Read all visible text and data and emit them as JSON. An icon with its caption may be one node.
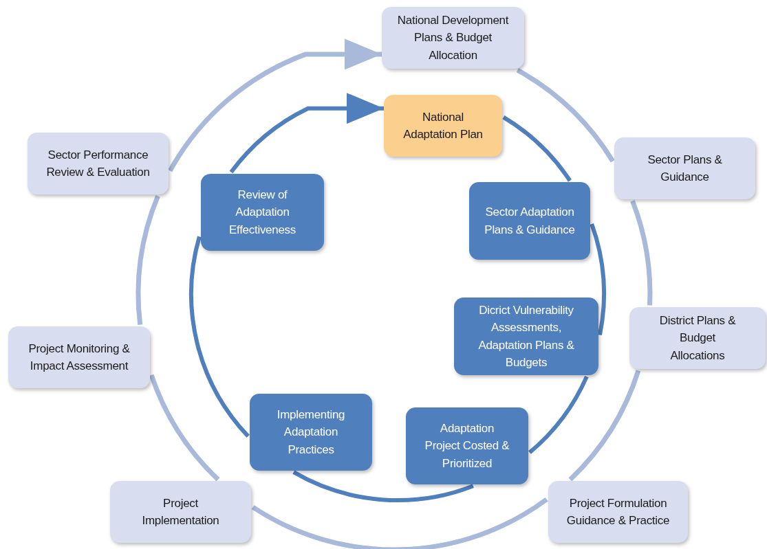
{
  "diagram": {
    "nodes": [
      {
        "text": [
          "National Development Plans & Budget Allocation"
        ]
      },
      {
        "text": [
          "Sector Plans & Guidance"
        ]
      },
      {
        "text": [
          "District Plans & Budget Allocations"
        ]
      },
      {
        "text": [
          "Project Formulation Guidance & Practice"
        ]
      },
      {
        "text": [
          "Project Implementation"
        ]
      },
      {
        "text": [
          "Project Monitoring & Impact Assessment"
        ]
      },
      {
        "text": [
          "Sector Performance Review & Evaluation"
        ]
      },
      {
        "text": [
          "National Adaptation Plan"
        ]
      },
      {
        "text": [
          "Sector Adaptation Plans & Guidance"
        ]
      },
      {
        "text": [
          "Dicrict Vulnerability Assessments, Adaptation Plans & Budgets"
        ]
      },
      {
        "text": [
          "Adaptation Project Costed & Prioritized"
        ]
      },
      {
        "text": [
          "Implementing Adaptation Practices"
        ]
      },
      {
        "text": [
          "Review of Adaptation Effectiveness"
        ]
      }
    ],
    "edges": [
      {
        "from": 0,
        "to": 1,
        "arrow": "none"
      },
      {
        "from": 1,
        "to": 2,
        "arrow": "none"
      },
      {
        "from": 2,
        "to": 3,
        "arrow": "none"
      },
      {
        "from": 3,
        "to": 4,
        "arrow": "none"
      },
      {
        "from": 4,
        "to": 5,
        "arrow": "none"
      },
      {
        "from": 5,
        "to": 6,
        "arrow": "none"
      },
      {
        "from": 6,
        "to": 0,
        "arrow": "to"
      },
      {
        "from": 7,
        "to": 8,
        "arrow": "none",
        "color": "#4f7fbd"
      },
      {
        "from": 8,
        "to": 9,
        "arrow": "none",
        "color": "#4f7fbd"
      },
      {
        "from": 9,
        "to": 10,
        "arrow": "none",
        "color": "#4f7fbd"
      },
      {
        "from": 10,
        "to": 11,
        "arrow": "none",
        "color": "#4f7fbd"
      },
      {
        "from": 11,
        "to": 12,
        "arrow": "none",
        "color": "#4f7fbd"
      },
      {
        "from": 12,
        "to": 7,
        "arrow": "to",
        "color": "#4f7fbd"
      }
    ]
  }
}
